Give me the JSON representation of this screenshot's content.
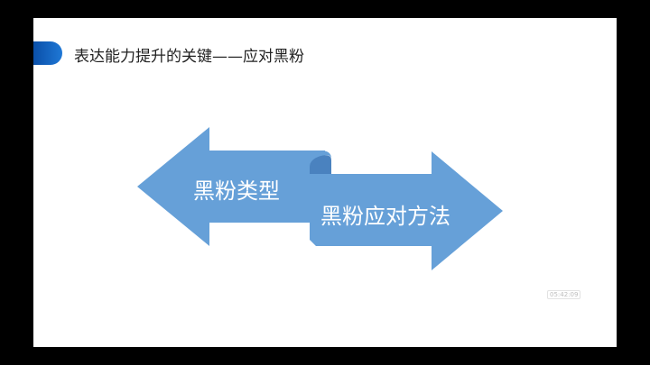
{
  "slide": {
    "title": "表达能力提升的关键——应对黑粉",
    "accent_color": "#1565c0",
    "arrow_color": "#66a0d8"
  },
  "diagram": {
    "left_label": "黑粉类型",
    "right_label": "黑粉应对方法"
  },
  "timestamp": "05:42:09"
}
